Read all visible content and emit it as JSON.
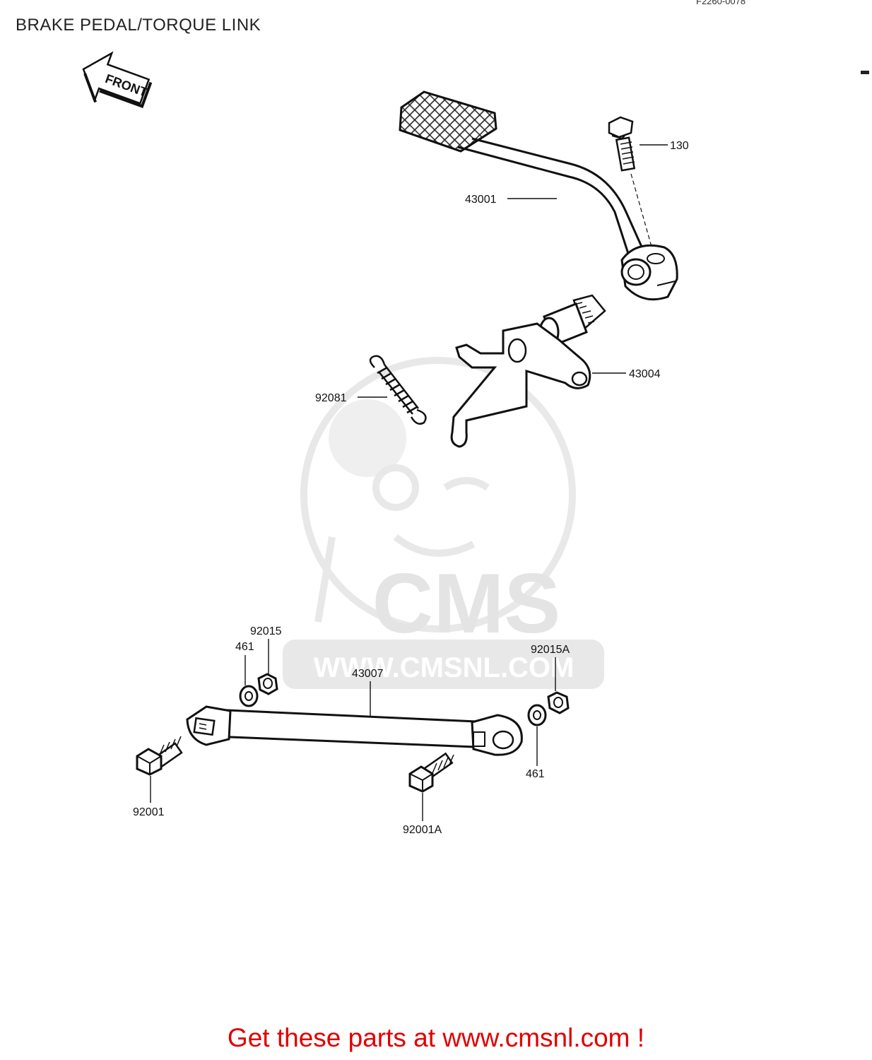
{
  "title": "BRAKE PEDAL/TORQUE LINK",
  "reference_code": "F2260-0078",
  "front_indicator": "FRONT",
  "watermark": {
    "brand": "CMS",
    "url": "WWW.CMSNL.COM"
  },
  "parts": [
    {
      "number": "130"
    },
    {
      "number": "43001"
    },
    {
      "number": "43004"
    },
    {
      "number": "92081"
    },
    {
      "number": "92015"
    },
    {
      "number": "461"
    },
    {
      "number": "43007"
    },
    {
      "number": "92015A"
    },
    {
      "number": "461"
    },
    {
      "number": "92001"
    },
    {
      "number": "92001A"
    }
  ],
  "footer": {
    "text": "Get these parts at www.cmsnl.com !",
    "color": "#e00000"
  }
}
